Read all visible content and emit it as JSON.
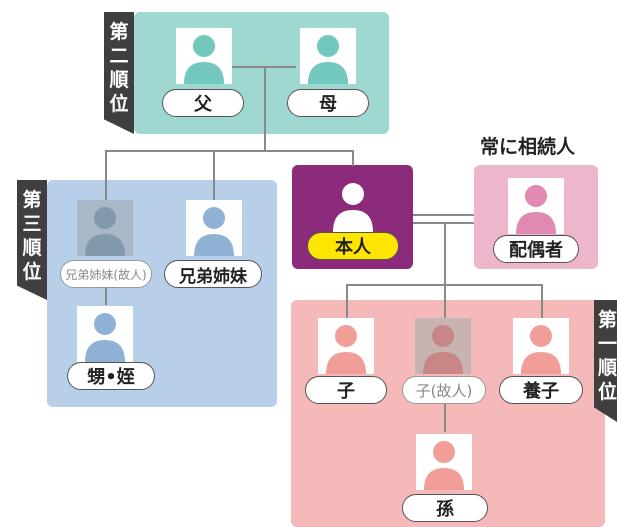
{
  "labels": {
    "father": "父",
    "mother": "母",
    "siblings_deceased": "兄弟姉妹(故人)",
    "siblings": "兄弟姉妹",
    "nephew_niece": "甥•姪",
    "self": "本人",
    "spouse": "配偶者",
    "always_heir": "常に相続人",
    "child": "子",
    "child_deceased": "子(故人)",
    "adopted_child": "養子",
    "grandchild": "孫"
  },
  "tabs": {
    "second": [
      "第",
      "二",
      "順",
      "位"
    ],
    "third": [
      "第",
      "三",
      "順",
      "位"
    ],
    "first": [
      "第",
      "一",
      "順",
      "位"
    ]
  },
  "colors": {
    "teal_group": "#9ed8d0",
    "blue_group": "#b7cfe9",
    "pink_group": "#f6b9b9",
    "spouse_bg": "#edb6cc",
    "self_bg": "#8c2b7c",
    "teal_person": "#73c8bd",
    "blue_person": "#8fb2d4",
    "gray_person": "#8397ad",
    "pink_person": "#f19e98",
    "deceased_pink_person": "#c98686",
    "spouse_person": "#e189b0"
  }
}
